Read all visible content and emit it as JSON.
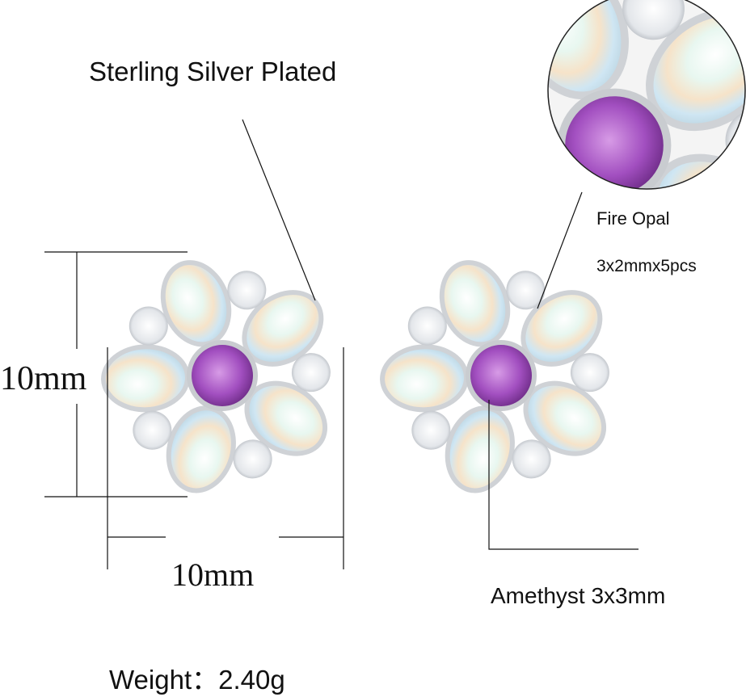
{
  "labels": {
    "plating": "Sterling Silver Plated",
    "stone_name": "Fire Opal",
    "stone_spec": "3x2mmx5pcs",
    "center_stone": "Amethyst 3x3mm",
    "height": "10mm",
    "width": "10mm",
    "weight": "Weight：2.40g"
  },
  "colors": {
    "amethyst": "#a24fc0",
    "opal": "#eef6f4",
    "silver": "#d8d8dc"
  }
}
